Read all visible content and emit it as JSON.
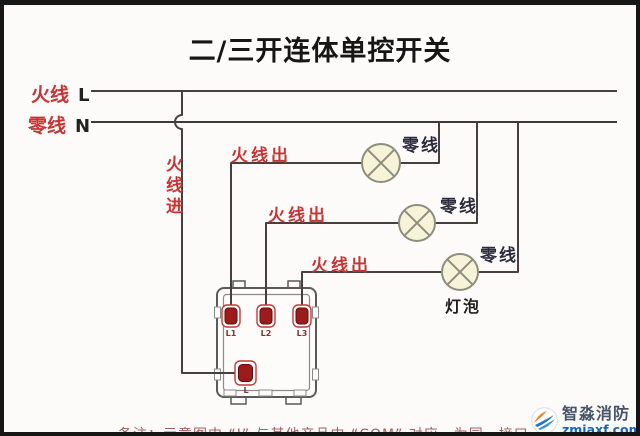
{
  "title": "二/三开连体单控开关",
  "bus": {
    "live_label": "火线",
    "live_letter": "L",
    "neutral_label": "零线",
    "neutral_letter": "N"
  },
  "wires": {
    "live_in": "火线进",
    "live_out_1": "火线出",
    "live_out_2": "火线出",
    "live_out_3": "火线出",
    "neutral_1": "零线",
    "neutral_2": "零线",
    "neutral_3": "零线",
    "bulb": "灯泡"
  },
  "switch": {
    "terminal_1": "L1",
    "terminal_2": "L2",
    "terminal_3": "L3",
    "terminal_com": "L"
  },
  "note": "备注：示意图中 “L” 与其他产品中 “COM” 对应，为同一接口",
  "watermark": {
    "brand": "智淼消防",
    "domain": "zmjaxf.com"
  },
  "colors": {
    "wire": "#474040",
    "label_red": "#c63434",
    "label_dark": "#2b2b3d",
    "terminal_red": "#9c1b1b",
    "lamp_fill": "#f6f3d8",
    "lamp_stroke": "#8e8e7c"
  }
}
